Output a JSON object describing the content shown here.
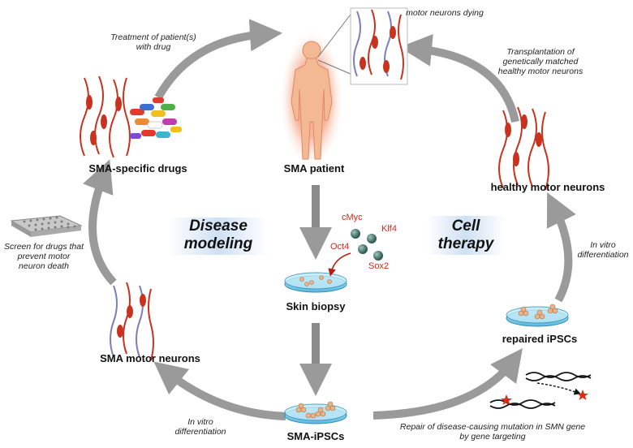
{
  "labels": {
    "sma_patient": "SMA patient",
    "sma_drugs": "SMA-specific drugs",
    "healthy_neurons": "healthy motor neurons",
    "skin_biopsy": "Skin biopsy",
    "repaired_ipscs": "repaired iPSCs",
    "sma_neurons": "SMA motor neurons",
    "sma_ipscs": "SMA-iPSCs"
  },
  "notes": {
    "dying": "motor neurons dying",
    "treatment": "Treatment of patient(s) with drug",
    "transplant": "Transplantation of genetically matched healthy motor neurons",
    "screen": "Screen for drugs that prevent motor neuron death",
    "in_vitro_right": "In vitro differentiation",
    "in_vitro_left": "In vitro differentiation",
    "repair": "Repair of disease-causing mutation in SMN gene by gene targeting"
  },
  "sections": {
    "disease_modeling": "Disease modeling",
    "cell_therapy": "Cell therapy"
  },
  "factors": {
    "cmyc": "cMyc",
    "klf4": "Klf4",
    "oct4": "Oct4",
    "sox2": "Sox2"
  },
  "colors": {
    "arrow": "#9a9a9a",
    "neuron_red": "#c8321e",
    "factor_text": "#d8291a",
    "factor_ball": "#3f6e63",
    "dish": "#8fd0ea",
    "cell": "#e7b48a",
    "skin": "#f1b38f"
  }
}
